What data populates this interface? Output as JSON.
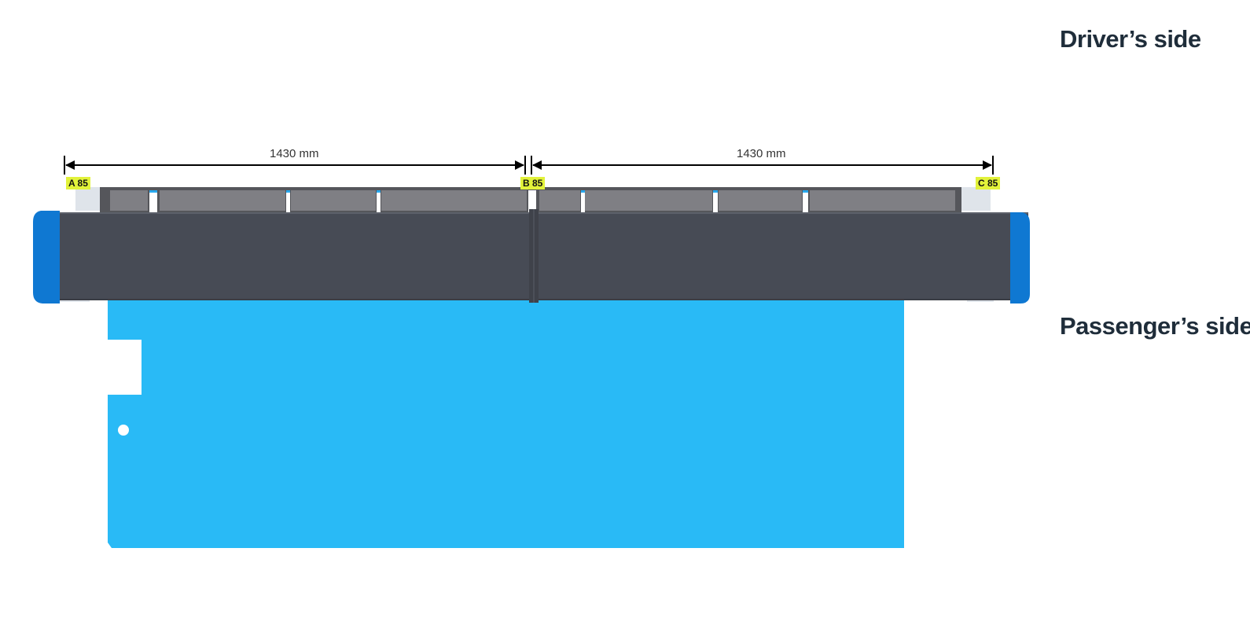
{
  "labels": {
    "driver_side": "Driver’s side",
    "passenger_side": "Passenger’s side"
  },
  "dimensions": [
    {
      "text": "1430 mm"
    },
    {
      "text": "1430 mm"
    }
  ],
  "mounts": [
    {
      "text": "A 85"
    },
    {
      "text": "B 85"
    },
    {
      "text": "C 85"
    }
  ],
  "colors": {
    "roof_blue": "#29baf6",
    "bar_dark": "#474b55",
    "end_cap_blue": "#0f78d2",
    "tag_yellow": "#e2f23a",
    "label_text": "#1f2d3a"
  }
}
